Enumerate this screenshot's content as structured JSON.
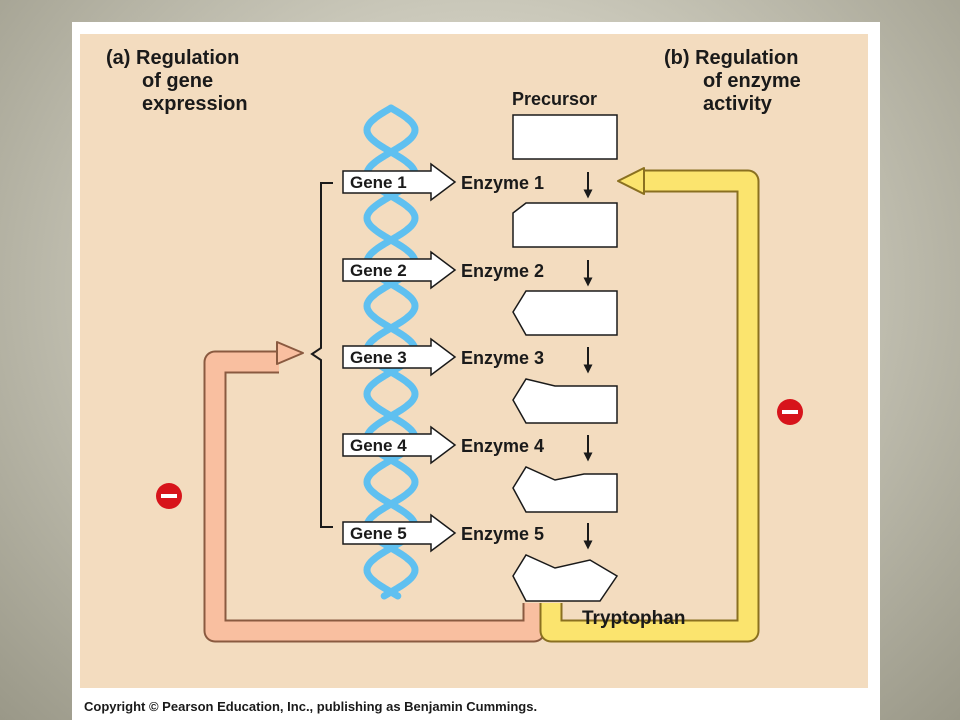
{
  "panel_a": {
    "line1": "(a) Regulation",
    "line2": "of gene",
    "line3": "expression"
  },
  "panel_b": {
    "line1": "(b) Regulation",
    "line2": "of enzyme",
    "line3": "activity"
  },
  "precursor": "Precursor",
  "product": "Tryptophan",
  "genes": [
    "Gene 1",
    "Gene 2",
    "Gene 3",
    "Gene 4",
    "Gene 5"
  ],
  "enzymes": [
    "Enzyme 1",
    "Enzyme 2",
    "Enzyme 3",
    "Enzyme 4",
    "Enzyme 5"
  ],
  "inhibition_symbol": "−",
  "copyright": "Copyright © Pearson Education, Inc., publishing as Benjamin Cummings.",
  "colors": {
    "figure_bg": "#f3dcbf",
    "dna": "#5fc0f0",
    "gene_feedback": "#f9bfa0",
    "enzyme_feedback": "#fbe46e",
    "inhibition": "#d7141b"
  }
}
